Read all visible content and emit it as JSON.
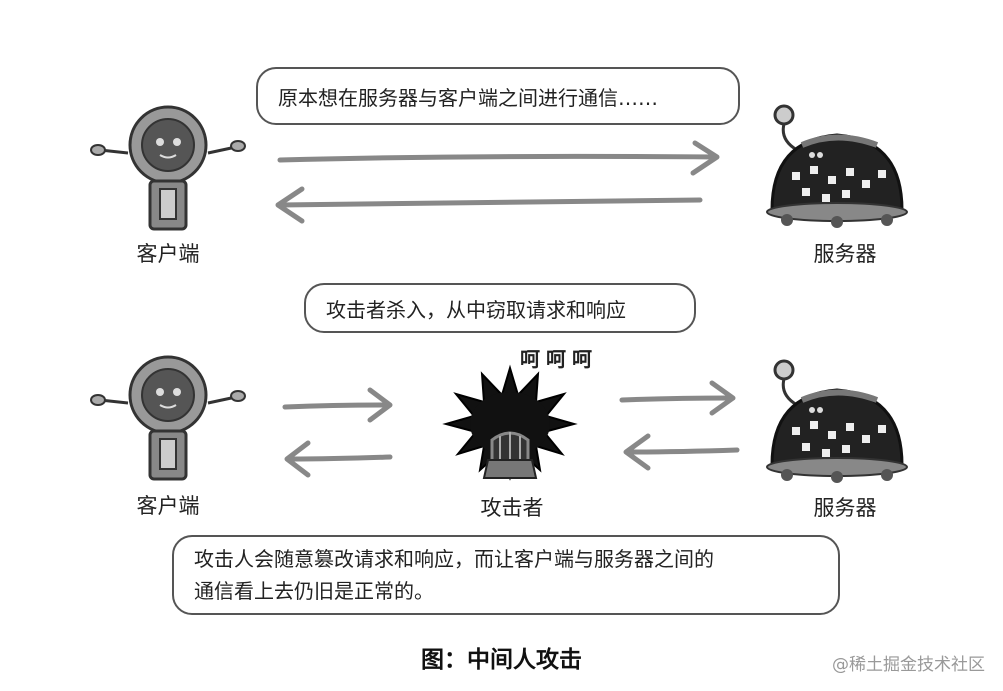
{
  "top": {
    "bubble_text": "原本想在服务器与客户端之间进行通信……",
    "client_label": "客户端",
    "server_label": "服务器"
  },
  "middle": {
    "bubble_text": "攻击者杀入，从中窃取请求和响应",
    "laugh_text": "呵呵呵",
    "client_label": "客户端",
    "attacker_label": "攻击者",
    "server_label": "服务器"
  },
  "bottom": {
    "bubble_line1": "攻击人会随意篡改请求和响应，而让客户端与服务器之间的",
    "bubble_line2": "通信看上去仍旧是正常的。"
  },
  "caption": "图：中间人攻击",
  "watermark": "@稀土掘金技术社区",
  "icons": {
    "client": "robot-client-icon",
    "server": "dome-server-icon",
    "attacker": "spiky-attacker-icon",
    "arrow": "arrow-icon"
  }
}
